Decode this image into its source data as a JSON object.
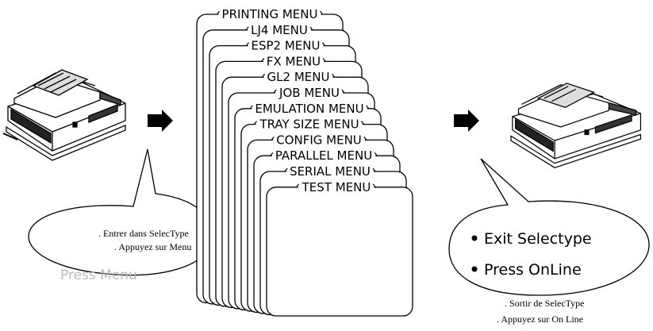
{
  "menus": [
    {
      "label": "PRINTING MENU"
    },
    {
      "label": "LJ4 MENU"
    },
    {
      "label": "ESP2 MENU"
    },
    {
      "label": "FX MENU"
    },
    {
      "label": "GL2 MENU"
    },
    {
      "label": "JOB MENU"
    },
    {
      "label": "EMULATION MENU"
    },
    {
      "label": "TRAY SIZE MENU"
    },
    {
      "label": "CONFIG MENU"
    },
    {
      "label": "PARALLEL MENU"
    },
    {
      "label": "SERIAL MENU"
    },
    {
      "label": "TEST MENU"
    }
  ],
  "left_bubble": {
    "line1": ". Entrer dans SelecType",
    "line2": ". Appuyez sur Menu",
    "faded": "Press Menu"
  },
  "right_bubble": {
    "item1": "Exit Selectype",
    "item2": "Press OnLine"
  },
  "right_caption": {
    "line1": ". Sortir de SelecType",
    "line2": ". Appuyez sur On Line"
  },
  "icons": [
    "printer-icon",
    "arrow-right-icon"
  ]
}
